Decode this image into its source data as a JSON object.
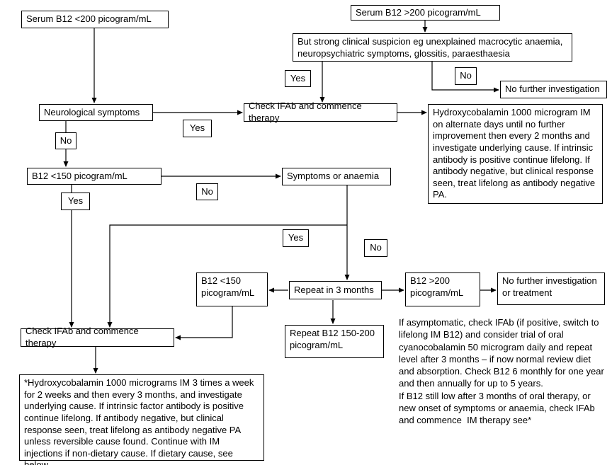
{
  "nodes": {
    "serum_low": "Serum B12 <200 picogram/mL",
    "serum_high": "Serum B12 >200 picogram/mL",
    "suspicion": "But strong clinical suspicion eg unexplained macrocytic anaemia, neuropsychiatric symptoms, glossitis, paraesthaesia",
    "no_further_investigation": "No further investigation",
    "neurological": "Neurological symptoms",
    "check_ifab_top": "Check IFAb and commence therapy",
    "hydroxy_alternate": "Hydroxycobalamin 1000 microgram IM on alternate days until no further improvement then every 2 months and investigate underlying cause. If intrinsic antibody is positive continue lifelong. If antibody negative, but clinical response seen, treat lifelong as antibody negative PA.",
    "b12_150": "B12 <150 picogram/mL",
    "symptoms_anaemia": "Symptoms or anaemia",
    "b12_150_repeat": "B12 <150 picogram/mL",
    "repeat_3_months": "Repeat in 3 months",
    "b12_200_repeat": "B12 >200 picogram/mL",
    "no_further_treatment": "No further investigation or treatment",
    "check_ifab_bottom": "Check IFAb and commence therapy",
    "repeat_150_200": "Repeat B12 150-200 picogram/mL",
    "hydroxy_weekly": "*Hydroxycobalamin 1000 micrograms IM 3 times a week for 2 weeks and then every 3 months, and investigate underlying cause. If intrinsic factor antibody is positive continue lifelong. If antibody negative, but clinical response seen, treat lifelong as antibody negative PA unless reversible cause found. Continue with IM injections if non-dietary cause. If dietary cause, see below.",
    "asymptomatic_note": "If asymptomatic, check IFAb (if positive, switch to lifelong IM B12) and consider trial of oral cyanocobalamin 50 microgram daily and repeat level after 3 months – if now normal review diet and absorption. Check B12 6 monthly for one year and then annually for up to 5 years.\nIf B12 still low after 3 months of oral therapy, or new onset of symptoms or anaemia, check IFAb and commence  IM therapy see*"
  },
  "labels": {
    "yes": "Yes",
    "no": "No"
  },
  "line_color": "#000000"
}
